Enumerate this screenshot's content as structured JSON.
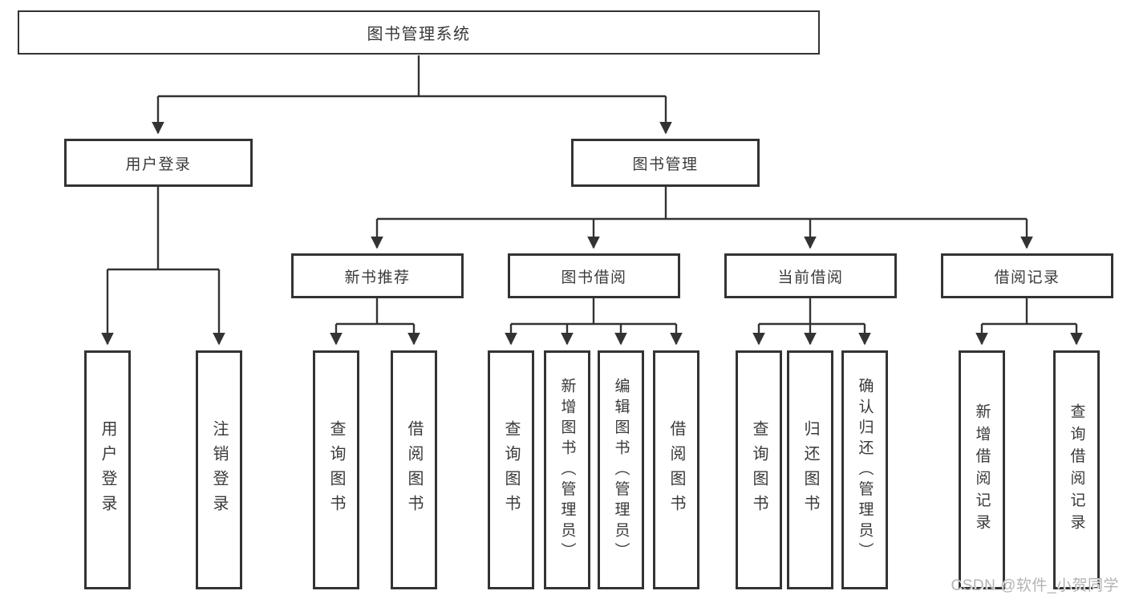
{
  "nodes": {
    "root": "图书管理系统",
    "user_login": "用户登录",
    "book_management": "图书管理",
    "new_book_recommend": "新书推荐",
    "book_borrow": "图书借阅",
    "current_borrow": "当前借阅",
    "borrow_records": "借阅记录"
  },
  "leaves": {
    "user_login": [
      "用户登录",
      "注销登录"
    ],
    "new_book_recommend": [
      "查询图书",
      "借阅图书"
    ],
    "book_borrow": [
      "查询图书",
      "新增图书（管理员）",
      "编辑图书（管理员）",
      "借阅图书"
    ],
    "current_borrow": [
      "查询图书",
      "归还图书",
      "确认归还（管理员）"
    ],
    "borrow_records": [
      "新增借阅记录",
      "查询借阅记录"
    ]
  },
  "watermark": "CSDN @软件_小贺同学",
  "colors": {
    "line": "#333333",
    "text": "#3a3a3a",
    "background": "#ffffff",
    "watermark": "#b3b3b3"
  }
}
